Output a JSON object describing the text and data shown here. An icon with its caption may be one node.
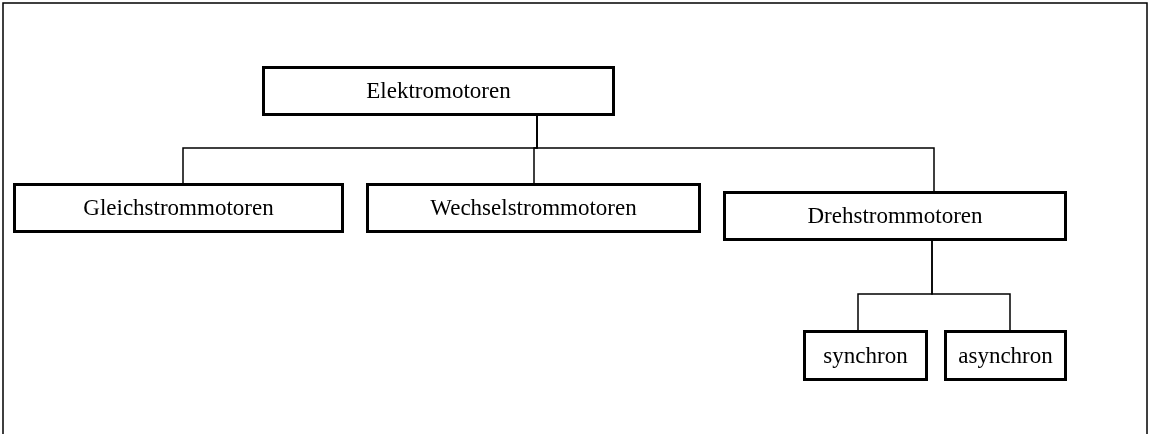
{
  "diagram": {
    "nodes": [
      {
        "text": [
          "Elektromotoren"
        ]
      },
      {
        "text": [
          "Gleichstrommotoren"
        ]
      },
      {
        "text": [
          "Wechselstrommotoren"
        ]
      },
      {
        "text": [
          "Drehstrommotoren"
        ]
      },
      {
        "text": [
          "synchron"
        ]
      },
      {
        "text": [
          "asynchron"
        ]
      }
    ],
    "edges": [
      {
        "from": 0,
        "to": 1,
        "arrow": "none"
      },
      {
        "from": 0,
        "to": 2,
        "arrow": "none"
      },
      {
        "from": 0,
        "to": 3,
        "arrow": "none"
      },
      {
        "from": 3,
        "to": 4,
        "arrow": "none"
      },
      {
        "from": 3,
        "to": 5,
        "arrow": "none"
      }
    ]
  }
}
